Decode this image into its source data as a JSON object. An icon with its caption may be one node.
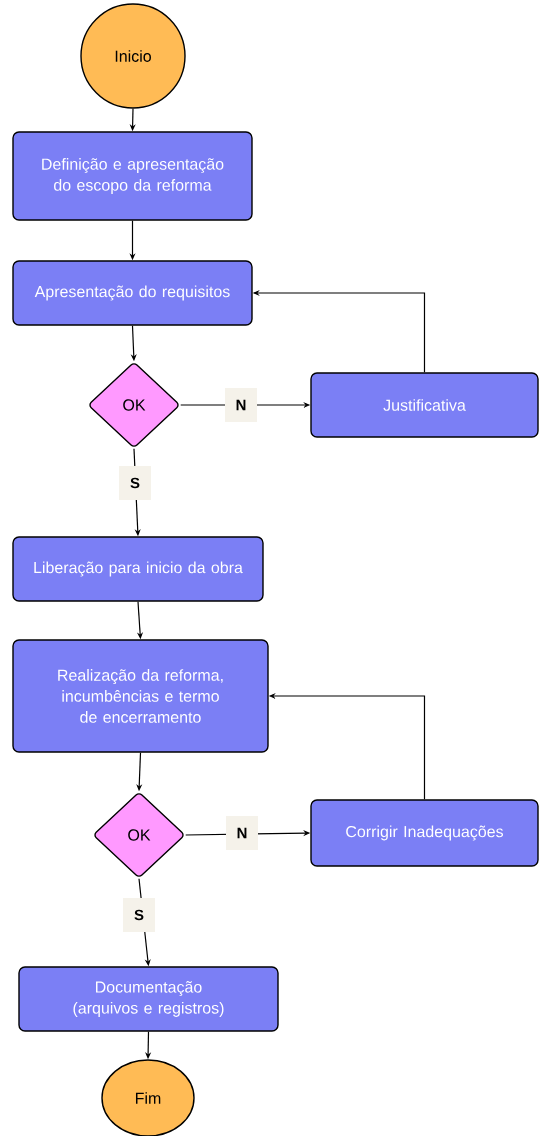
{
  "diagram": {
    "nodes": [
      {
        "text": [
          "Inicio"
        ]
      },
      {
        "text": [
          "Definição e apresentação do escopo da reforma"
        ]
      },
      {
        "text": [
          "Apresentação do requisitos"
        ]
      },
      {
        "text": [
          "OK"
        ]
      },
      {
        "text": [
          "Justificativa"
        ]
      },
      {
        "text": [
          "Liberação para inicio da obra"
        ]
      },
      {
        "text": [
          "Realização da reforma, incumbências e termo de encerramento"
        ]
      },
      {
        "text": [
          "OK"
        ]
      },
      {
        "text": [
          "Corrigir Inadequações"
        ]
      },
      {
        "text": [
          "Documentação (arquivos e registros)"
        ]
      },
      {
        "text": [
          "Fim"
        ]
      }
    ],
    "edges": [
      {
        "from": 0,
        "to": 1,
        "arrow": "to"
      },
      {
        "from": 1,
        "to": 2,
        "arrow": "to"
      },
      {
        "from": 2,
        "to": 3,
        "arrow": "to"
      },
      {
        "from": 3,
        "to": 4,
        "arrow": "to",
        "label": "N"
      },
      {
        "from": 4,
        "to": 2,
        "arrow": "to"
      },
      {
        "from": 3,
        "to": 5,
        "arrow": "to",
        "label": "S"
      },
      {
        "from": 5,
        "to": 6,
        "arrow": "to"
      },
      {
        "from": 6,
        "to": 7,
        "arrow": "to"
      },
      {
        "from": 7,
        "to": 8,
        "arrow": "to",
        "label": "N"
      },
      {
        "from": 8,
        "to": 6,
        "arrow": "to"
      },
      {
        "from": 7,
        "to": 9,
        "arrow": "to",
        "label": "S"
      },
      {
        "from": 9,
        "to": 10,
        "arrow": "to"
      }
    ]
  }
}
